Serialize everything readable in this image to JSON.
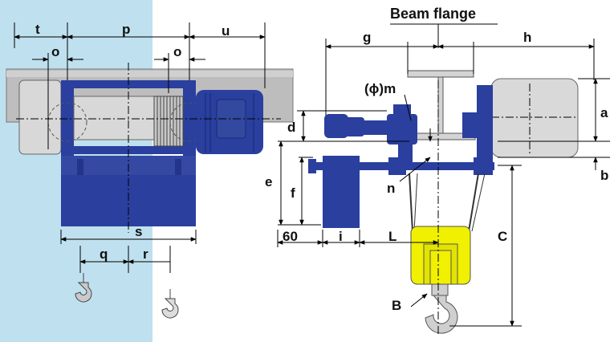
{
  "title": "Beam flange",
  "colors": {
    "side_panel": "#bfe0ef",
    "motor_blue": "#2a3f9e",
    "hook_block_yellow": "#f0f000",
    "gray_body": "#d9d9d9",
    "beam_gray": "#b8b8b8",
    "dim_line": "#000000"
  },
  "side_view_labels": {
    "t": "t",
    "p": "p",
    "u": "u",
    "o_left": "o",
    "o_right": "o",
    "s": "s",
    "q": "q",
    "r": "r"
  },
  "front_view_labels": {
    "g": "g",
    "h": "h",
    "m": "(ϕ)m",
    "a": "a",
    "d": "d",
    "b": "b",
    "e": "e",
    "f": "f",
    "n": "n",
    "sixty": "60",
    "i": "i",
    "L": "L",
    "C": "C",
    "B": "B"
  }
}
